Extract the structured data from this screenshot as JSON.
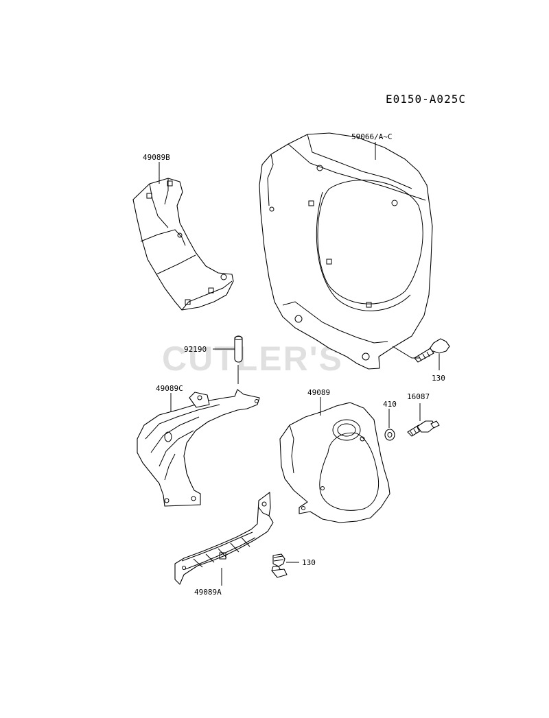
{
  "diagram_code": "E0150-A025C",
  "watermark": "CUTLER'S",
  "parts": [
    {
      "id": "shroud",
      "label": "59066/A~C"
    },
    {
      "id": "cover-b",
      "label": "49089B"
    },
    {
      "id": "pin",
      "label": "92190"
    },
    {
      "id": "bolt-upper",
      "label": "130"
    },
    {
      "id": "cover-c",
      "label": "49089C"
    },
    {
      "id": "baffle",
      "label": "49089"
    },
    {
      "id": "washer",
      "label": "410"
    },
    {
      "id": "plug",
      "label": "16087"
    },
    {
      "id": "bolt-lower",
      "label": "130"
    },
    {
      "id": "cover-a",
      "label": "49089A"
    }
  ]
}
